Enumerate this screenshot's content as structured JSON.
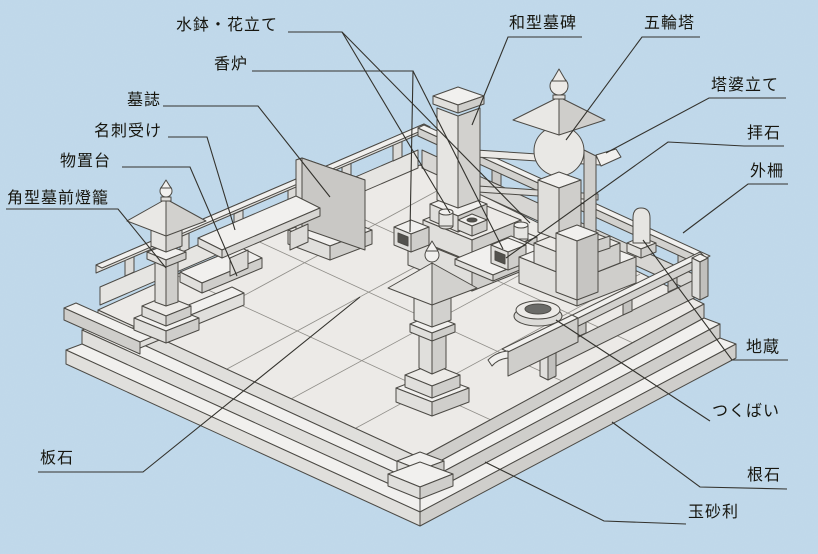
{
  "page": {
    "background_color": "#bed7e9",
    "line_color": "#3c3a35",
    "stone_colors": {
      "top": "#f1f0ee",
      "light_side": "#e0dfdc",
      "dark_side": "#cfcecb",
      "shadow": "#c1c0bd",
      "tablet_face": "#c9c8c5",
      "dark_accent": "#53524e"
    }
  },
  "diagram": {
    "subject": "grave-plot-parts-diagram",
    "labels": [
      {
        "id": "mizubachi-hanatate",
        "text": "水鉢・花立て"
      },
      {
        "id": "koro",
        "text": "香炉"
      },
      {
        "id": "boshi",
        "text": "墓誌"
      },
      {
        "id": "meishi-uke",
        "text": "名刺受け"
      },
      {
        "id": "monooki-dai",
        "text": "物置台"
      },
      {
        "id": "kakugata-bozen-toro",
        "text": "角型墓前燈籠"
      },
      {
        "id": "wagata-bohi",
        "text": "和型墓碑"
      },
      {
        "id": "gorinto",
        "text": "五輪塔"
      },
      {
        "id": "toba-tate",
        "text": "塔婆立て"
      },
      {
        "id": "haiseki",
        "text": "拝石"
      },
      {
        "id": "gaisaku",
        "text": "外柵"
      },
      {
        "id": "jizo",
        "text": "地蔵"
      },
      {
        "id": "tsukubai",
        "text": "つくばい"
      },
      {
        "id": "neishi",
        "text": "根石"
      },
      {
        "id": "tamajari",
        "text": "玉砂利"
      },
      {
        "id": "itaishi",
        "text": "板石"
      }
    ]
  }
}
